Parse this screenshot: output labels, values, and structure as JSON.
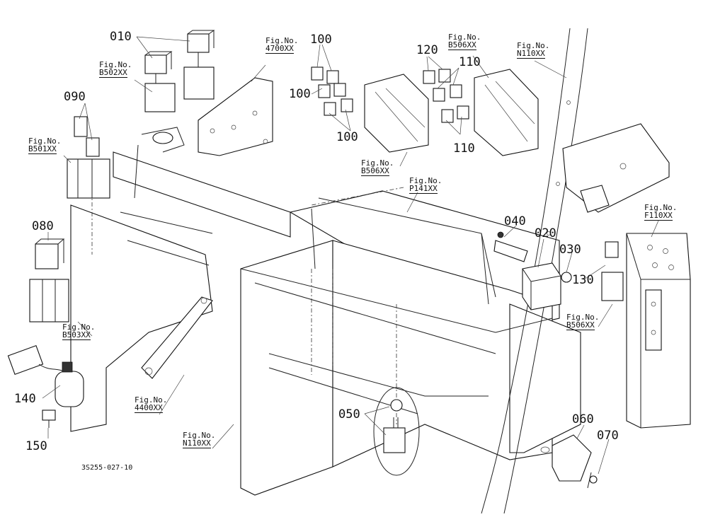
{
  "callouts": [
    {
      "id": "c010",
      "text": "010"
    },
    {
      "id": "c090",
      "text": "090"
    },
    {
      "id": "c080",
      "text": "080"
    },
    {
      "id": "c100a",
      "text": "100"
    },
    {
      "id": "c100b",
      "text": "100"
    },
    {
      "id": "c100c",
      "text": "100"
    },
    {
      "id": "c120",
      "text": "120"
    },
    {
      "id": "c110a",
      "text": "110"
    },
    {
      "id": "c110b",
      "text": "110"
    },
    {
      "id": "c040",
      "text": "040"
    },
    {
      "id": "c020",
      "text": "020"
    },
    {
      "id": "c030",
      "text": "030"
    },
    {
      "id": "c130",
      "text": "130"
    },
    {
      "id": "c140",
      "text": "140"
    },
    {
      "id": "c150",
      "text": "150"
    },
    {
      "id": "c050",
      "text": "050"
    },
    {
      "id": "c060",
      "text": "060"
    },
    {
      "id": "c070",
      "text": "070"
    }
  ],
  "figure_refs": [
    {
      "id": "f4700",
      "prefix": "Fig.No.",
      "ref": "4700XX"
    },
    {
      "id": "fB502",
      "prefix": "Fig.No.",
      "ref": "B502XX"
    },
    {
      "id": "fB501",
      "prefix": "Fig.No.",
      "ref": "B501XX"
    },
    {
      "id": "fB506a",
      "prefix": "Fig.No.",
      "ref": "B506XX"
    },
    {
      "id": "fN110a",
      "prefix": "Fig.No.",
      "ref": "N110XX"
    },
    {
      "id": "fB506b",
      "prefix": "Fig.No.",
      "ref": "B506XX"
    },
    {
      "id": "fP141",
      "prefix": "Fig.No.",
      "ref": "P141XX"
    },
    {
      "id": "fF110",
      "prefix": "Fig.No.",
      "ref": "F110XX"
    },
    {
      "id": "fB506c",
      "prefix": "Fig.No.",
      "ref": "B506XX"
    },
    {
      "id": "fB503",
      "prefix": "Fig.No.",
      "ref": "B503XX"
    },
    {
      "id": "f4400",
      "prefix": "Fig.No.",
      "ref": "4400XX"
    },
    {
      "id": "fN110b",
      "prefix": "Fig.No.",
      "ref": "N110XX"
    }
  ],
  "drawing_code": "3S255-027-10"
}
